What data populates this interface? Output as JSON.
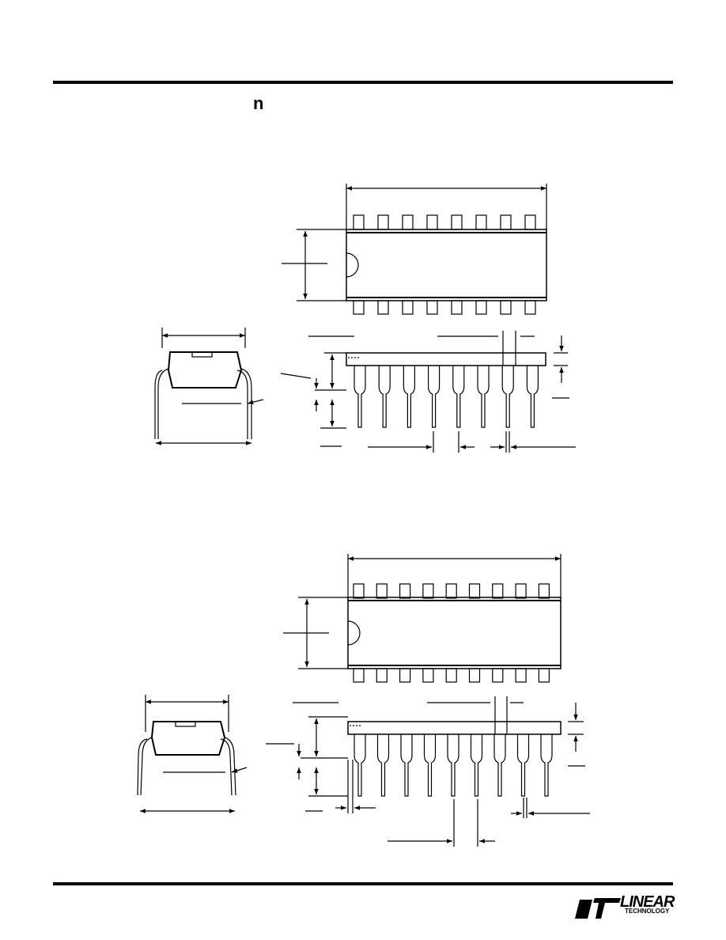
{
  "page": {
    "header_mark": "n",
    "logo": {
      "name": "LINEAR",
      "sub": "TECHNOLOGY",
      "icon": "lt-logo-icon"
    },
    "drawings": [
      {
        "name": "16-pin-dip",
        "pin_count": 16
      },
      {
        "name": "18-pin-dip",
        "pin_count": 18
      }
    ]
  }
}
